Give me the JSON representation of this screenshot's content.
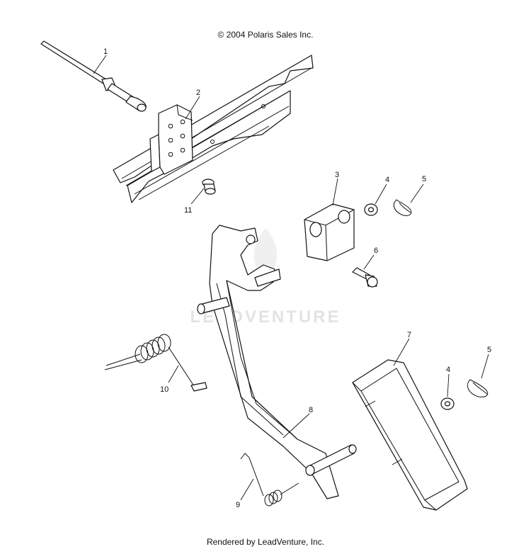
{
  "header": {
    "copyright": "© 2004 Polaris Sales Inc."
  },
  "footer": {
    "rendered_by": "Rendered by LeadVenture, Inc."
  },
  "watermark": {
    "text": "LEADVENTURE"
  },
  "callouts": [
    {
      "id": "c1",
      "label": "1"
    },
    {
      "id": "c2",
      "label": "2"
    },
    {
      "id": "c3",
      "label": "3"
    },
    {
      "id": "c4a",
      "label": "4"
    },
    {
      "id": "c5a",
      "label": "5"
    },
    {
      "id": "c6",
      "label": "6"
    },
    {
      "id": "c7",
      "label": "7"
    },
    {
      "id": "c4b",
      "label": "4"
    },
    {
      "id": "c5b",
      "label": "5"
    },
    {
      "id": "c8",
      "label": "8"
    },
    {
      "id": "c9",
      "label": "9"
    },
    {
      "id": "c10",
      "label": "10"
    },
    {
      "id": "c11",
      "label": "11"
    }
  ],
  "colors": {
    "line": "#111111",
    "watermark": "#e3e3e3"
  }
}
